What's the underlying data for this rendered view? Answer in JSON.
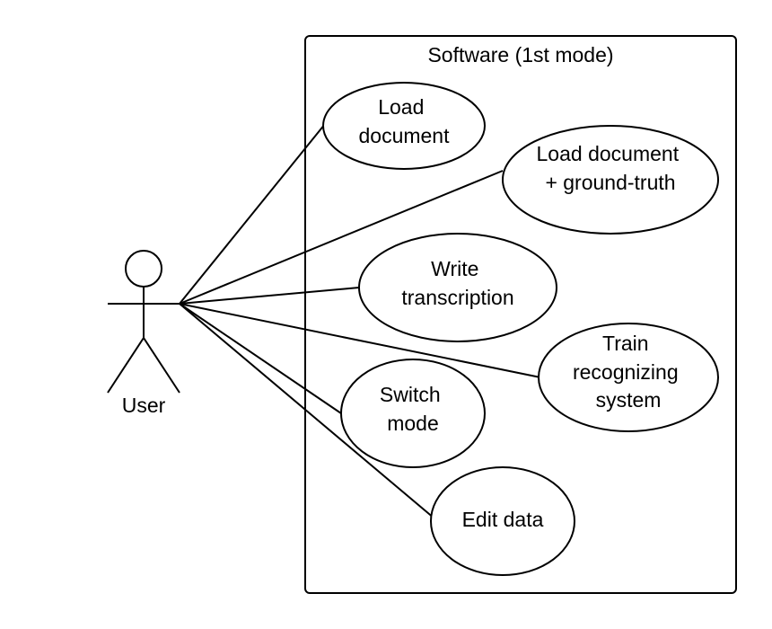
{
  "diagram": {
    "system_title": "Software (1st mode)",
    "actor": {
      "label": "User"
    },
    "use_cases": [
      {
        "id": "load-document",
        "lines": [
          "Load",
          "document"
        ]
      },
      {
        "id": "load-document-ground-truth",
        "lines": [
          "Load document",
          "+ ground-truth"
        ]
      },
      {
        "id": "write-transcription",
        "lines": [
          "Write",
          "transcription"
        ]
      },
      {
        "id": "train-recognizing-system",
        "lines": [
          "Train",
          "recognizing",
          "system"
        ]
      },
      {
        "id": "switch-mode",
        "lines": [
          "Switch",
          "mode"
        ]
      },
      {
        "id": "edit-data",
        "lines": [
          "Edit data"
        ]
      }
    ]
  },
  "colors": {
    "stroke": "#000000",
    "background": "#ffffff"
  }
}
